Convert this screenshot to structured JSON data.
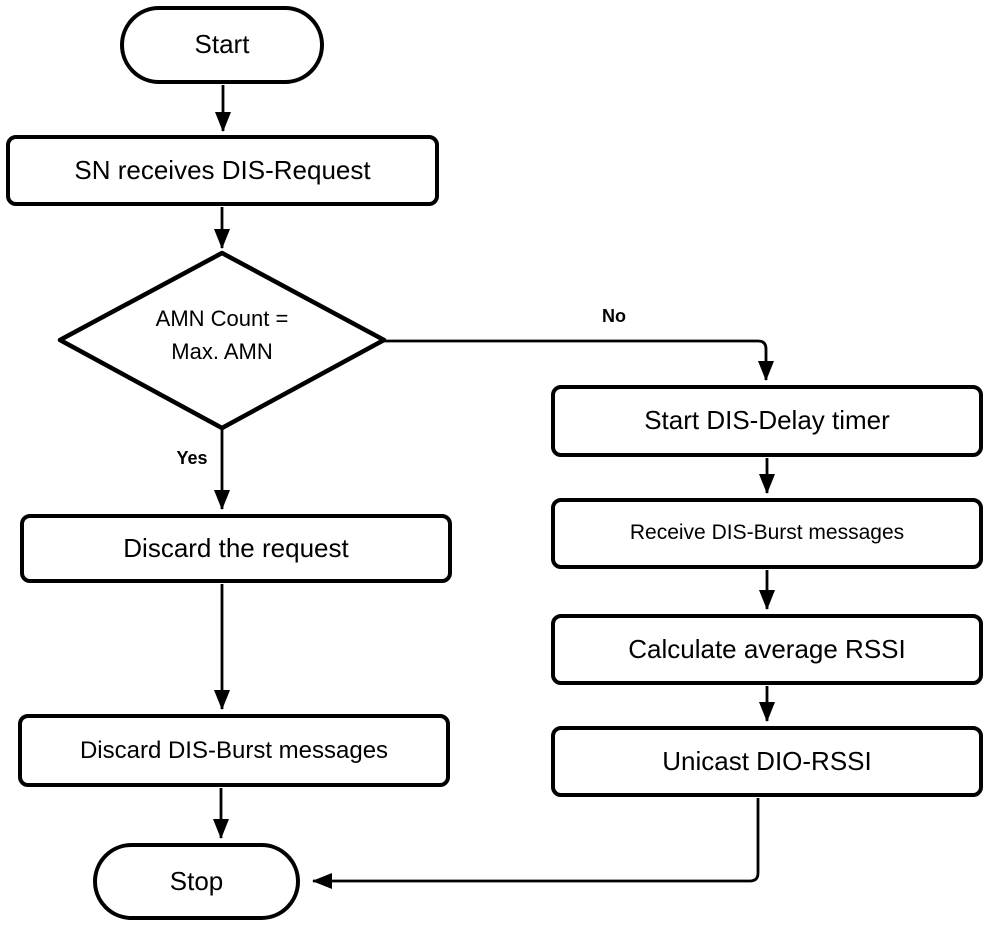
{
  "flowchart": {
    "colors": {
      "background": "#ffffff",
      "stroke": "#000000",
      "text": "#000000"
    },
    "nodes": {
      "start": {
        "type": "terminator",
        "label": "Start"
      },
      "receive_request": {
        "type": "process",
        "label": "SN receives DIS-Request"
      },
      "decision": {
        "type": "decision",
        "line1": "AMN Count =",
        "line2": "Max. AMN"
      },
      "start_timer": {
        "type": "process",
        "label": "Start DIS-Delay timer"
      },
      "receive_burst": {
        "type": "process",
        "label": "Receive DIS-Burst messages"
      },
      "calc_rssi": {
        "type": "process",
        "label": "Calculate average RSSI"
      },
      "unicast": {
        "type": "process",
        "label": "Unicast DIO-RSSI"
      },
      "discard_request": {
        "type": "process",
        "label": "Discard the request"
      },
      "discard_burst": {
        "type": "process",
        "label": "Discard DIS-Burst messages"
      },
      "stop": {
        "type": "terminator",
        "label": "Stop"
      }
    },
    "edge_labels": {
      "no": "No",
      "yes": "Yes"
    }
  }
}
